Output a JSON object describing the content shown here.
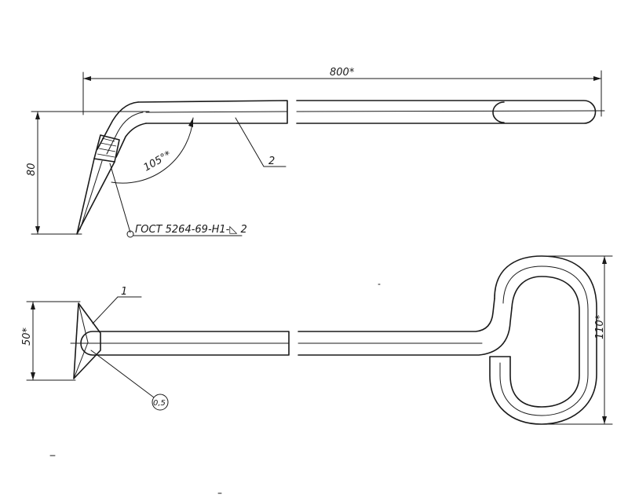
{
  "top_view": {
    "overall_length": "800*",
    "height": "80",
    "bend_angle": "105°*",
    "part_number": "2",
    "weld_callout": "ГОСТ 5264-69-Н1-◺ 2"
  },
  "bottom_view": {
    "blade_width": "50*",
    "part_number": "1",
    "thickness_callout": "0,5",
    "loop_height": "110*"
  }
}
